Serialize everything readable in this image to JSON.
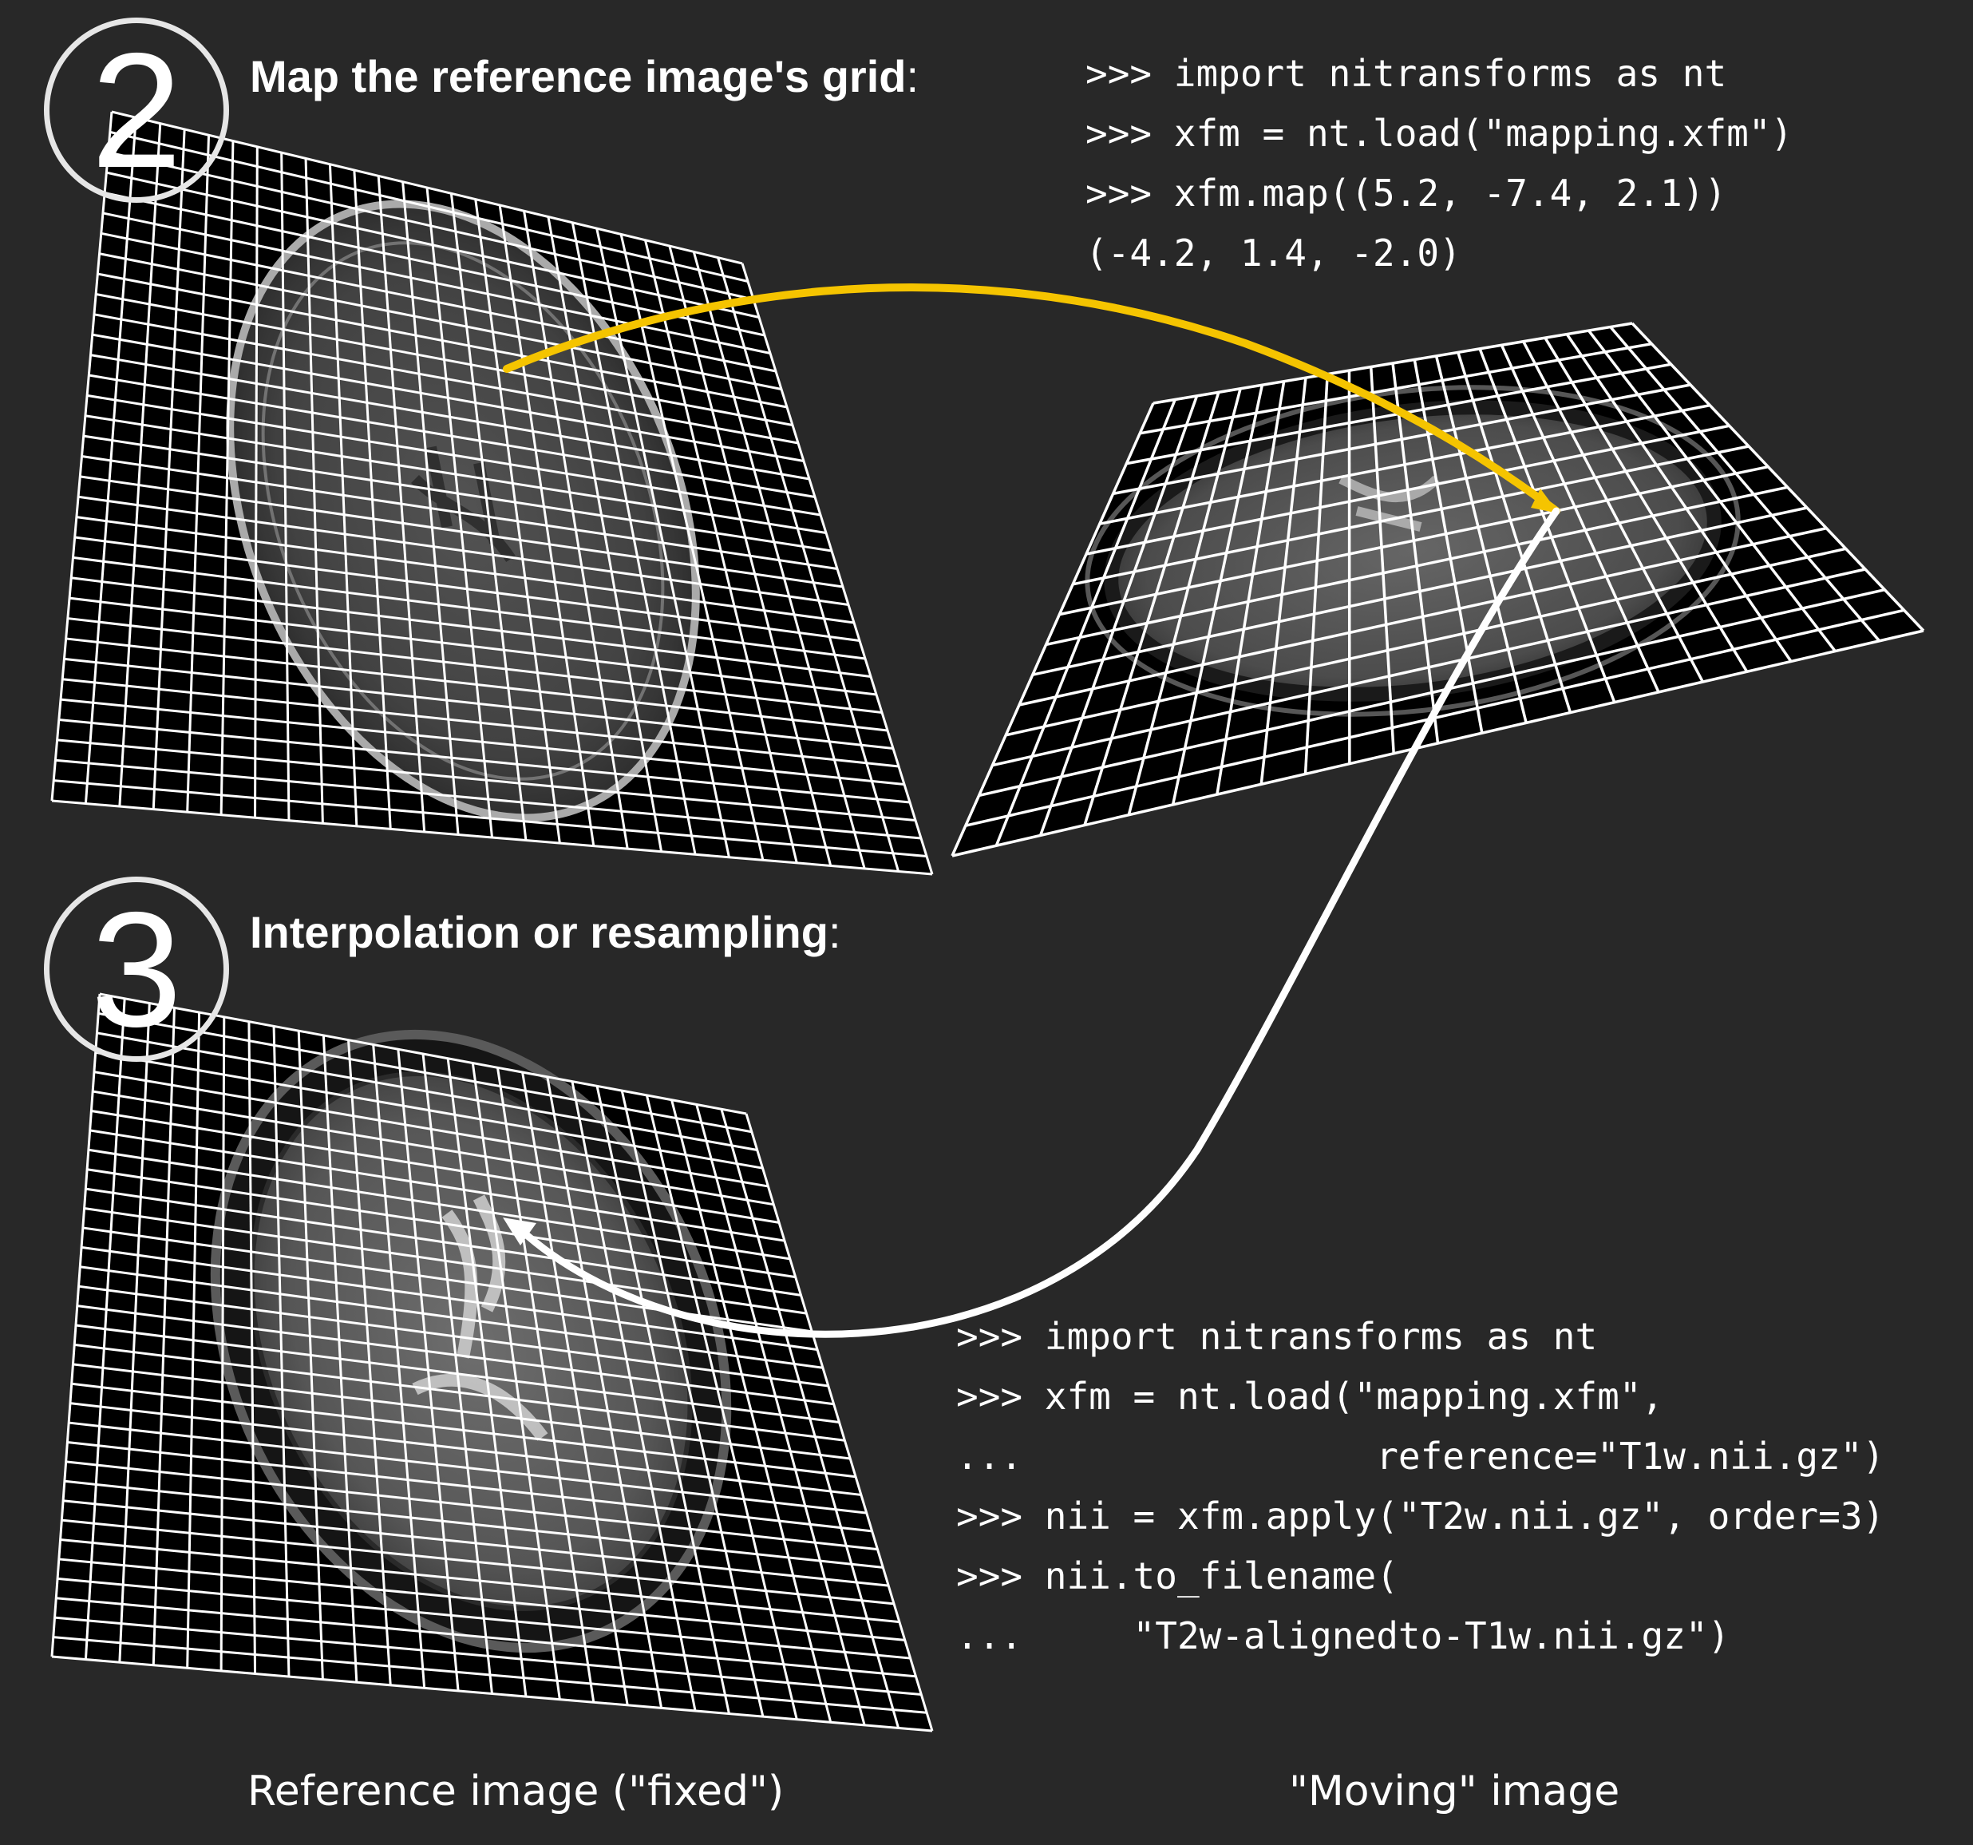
{
  "steps": [
    {
      "number": "2",
      "heading": "Map the reference image's grid",
      "heading_suffix": ":",
      "code_lines": [
        ">>> import nitransforms as nt",
        ">>> xfm = nt.load(\"mapping.xfm\")",
        ">>> xfm.map((5.2, -7.4, 2.1))",
        "(-4.2, 1.4, -2.0)"
      ]
    },
    {
      "number": "3",
      "heading": "Interpolation or resampling",
      "heading_suffix": ":",
      "code_lines": [
        ">>> import nitransforms as nt",
        ">>> xfm = nt.load(\"mapping.xfm\",",
        "...                reference=\"T1w.nii.gz\")",
        ">>> nii = xfm.apply(\"T2w.nii.gz\", order=3)",
        ">>> nii.to_filename(",
        "...     \"T2w-alignedto-T1w.nii.gz\")"
      ]
    }
  ],
  "captions": {
    "reference": "Reference image (\"fixed\")",
    "moving": "\"Moving\" image"
  },
  "colors": {
    "background": "#282828",
    "grid": "#ffffff",
    "forward_arrow": "#f5c400",
    "backward_arrow": "#ffffff",
    "step_circle": "#e6e6e6"
  }
}
